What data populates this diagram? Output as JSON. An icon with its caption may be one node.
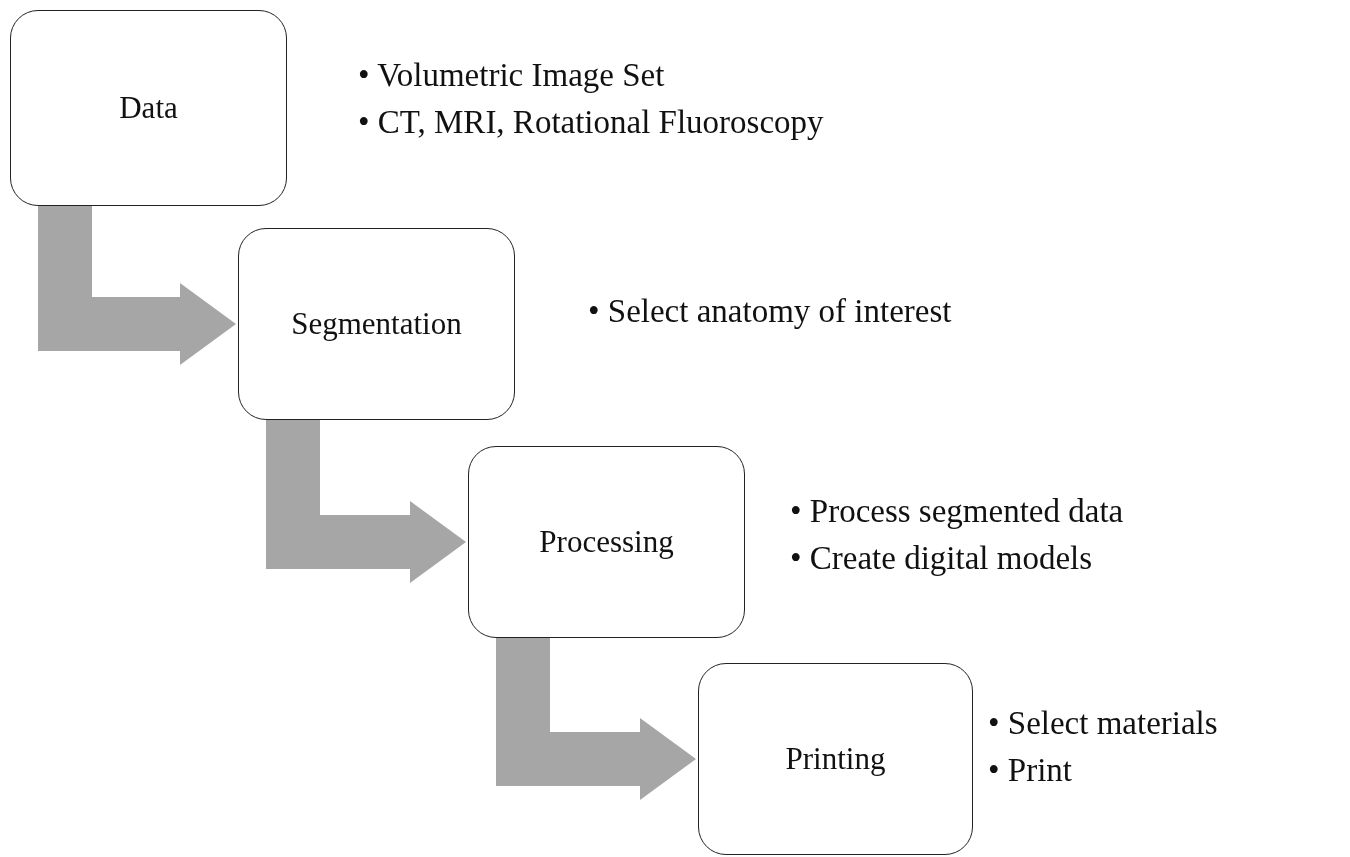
{
  "diagram": {
    "nodes": [
      {
        "text": [
          "Data"
        ],
        "beside": [
          "• Volumetric Image Set",
          "• CT, MRI, Rotational Fluoroscopy"
        ]
      },
      {
        "text": [
          "Segmentation"
        ],
        "beside": [
          "• Select anatomy of interest"
        ]
      },
      {
        "text": [
          "Processing"
        ],
        "beside": [
          "• Process segmented data",
          "• Create digital models"
        ]
      },
      {
        "text": [
          "Printing"
        ],
        "beside": [
          "• Select materials",
          "• Print"
        ]
      }
    ],
    "edges": [
      {
        "from": 0,
        "to": 1,
        "arrow": "to"
      },
      {
        "from": 1,
        "to": 2,
        "arrow": "to"
      },
      {
        "from": 2,
        "to": 3,
        "arrow": "to"
      }
    ]
  }
}
